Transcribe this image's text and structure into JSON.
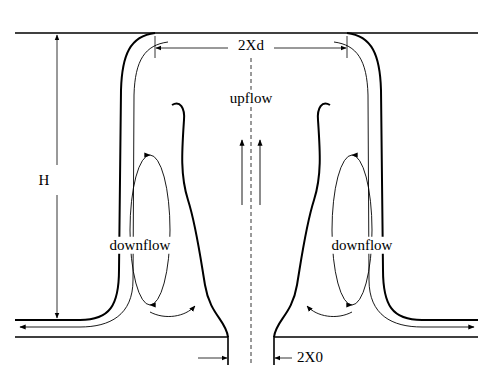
{
  "diagram": {
    "labels": [
      "2Xd",
      "H",
      "upflow",
      "downflow",
      "downflow",
      "2X0"
    ]
  }
}
